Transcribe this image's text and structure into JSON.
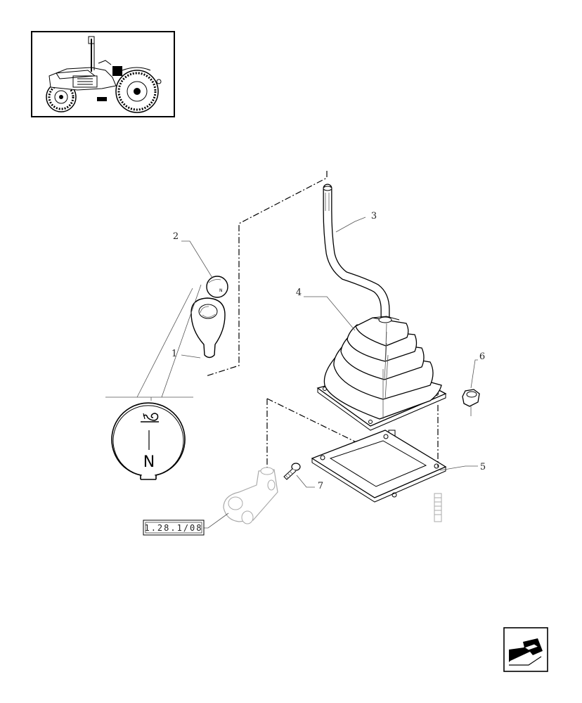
{
  "callouts": [
    {
      "id": "1",
      "label": "1"
    },
    {
      "id": "2",
      "label": "2"
    },
    {
      "id": "3",
      "label": "3"
    },
    {
      "id": "4",
      "label": "4"
    },
    {
      "id": "5",
      "label": "5"
    },
    {
      "id": "6",
      "label": "6"
    },
    {
      "id": "7",
      "label": "7"
    }
  ],
  "reference": {
    "label": "1.28.1/08"
  },
  "knob_detail": {
    "letter": "N"
  },
  "colors": {
    "line": "#000000",
    "leader": "#555555",
    "ghost": "#aaaaaa",
    "background": "#ffffff"
  },
  "icons": [
    "tractor-thumbnail",
    "next-page-arrow-icon"
  ]
}
